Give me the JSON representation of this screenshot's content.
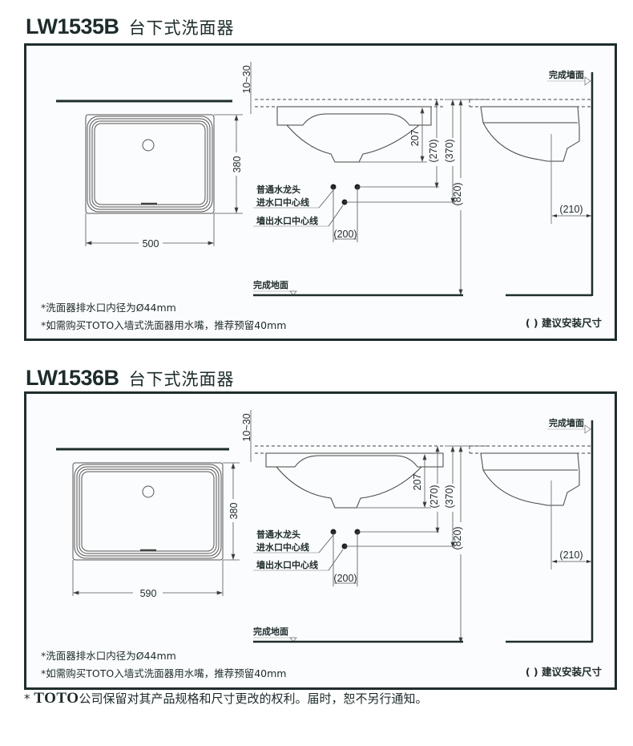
{
  "models": [
    {
      "model": "LW1535B",
      "type": "台下式洗面器",
      "plan_width": "500",
      "plan_depth": "380",
      "gap": "10~30",
      "bowl_depth": "207",
      "faucet_inlet_height": "(270)",
      "wall_outlet_height": "(370)",
      "counter_height": "(820)",
      "outlet_spacing": "(200)",
      "wall_offset": "(210)",
      "labels": {
        "faucet_inlet_line_1": "普通水龙头",
        "faucet_inlet_line_2": "进水口中心线",
        "wall_outlet": "墙出水口中心线",
        "finished_floor": "完成地面",
        "finished_wall": "完成墙面"
      },
      "notes": [
        "*洗面器排水口内径为Ø44mm",
        "*如需购买TOTO入墙式洗面器用水嘴，推荐预留40mm"
      ],
      "legend": "( ) 建议安装尺寸"
    },
    {
      "model": "LW1536B",
      "type": "台下式洗面器",
      "plan_width": "590",
      "plan_depth": "380",
      "gap": "10~30",
      "bowl_depth": "207",
      "faucet_inlet_height": "(270)",
      "wall_outlet_height": "(370)",
      "counter_height": "(820)",
      "outlet_spacing": "(200)",
      "wall_offset": "(210)",
      "labels": {
        "faucet_inlet_line_1": "普通水龙头",
        "faucet_inlet_line_2": "进水口中心线",
        "wall_outlet": "墙出水口中心线",
        "finished_floor": "完成地面",
        "finished_wall": "完成墙面"
      },
      "notes": [
        "*洗面器排水口内径为Ø44mm",
        "*如需购买TOTO入墙式洗面器用水嘴，推荐预留40mm"
      ],
      "legend": "( ) 建议安装尺寸"
    }
  ],
  "footer": {
    "prefix": "* ",
    "brand": "TOTO",
    "text": "公司保留对其产品规格和尺寸更改的权利。届时，恕不另行通知。"
  },
  "colors": {
    "frame": "#1f2d2d",
    "line": "#3a3a3a",
    "thin": "#6b6b6b"
  }
}
